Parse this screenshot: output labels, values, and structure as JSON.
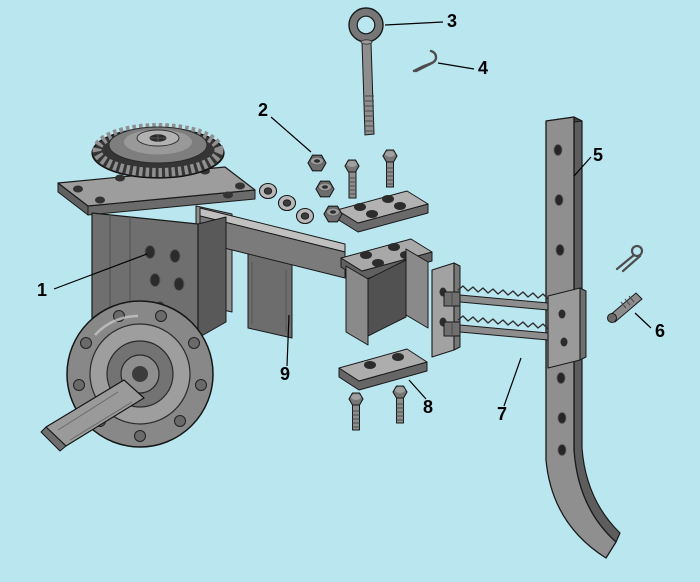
{
  "figure": {
    "kind": "exploded-parts-diagram",
    "background_color": "#b9e6ef",
    "outline_color": "#1a1a1a",
    "callouts": [
      {
        "number": "1"
      },
      {
        "number": "2"
      },
      {
        "number": "3"
      },
      {
        "number": "4"
      },
      {
        "number": "5"
      },
      {
        "number": "6"
      },
      {
        "number": "7"
      },
      {
        "number": "8"
      },
      {
        "number": "9"
      }
    ]
  }
}
